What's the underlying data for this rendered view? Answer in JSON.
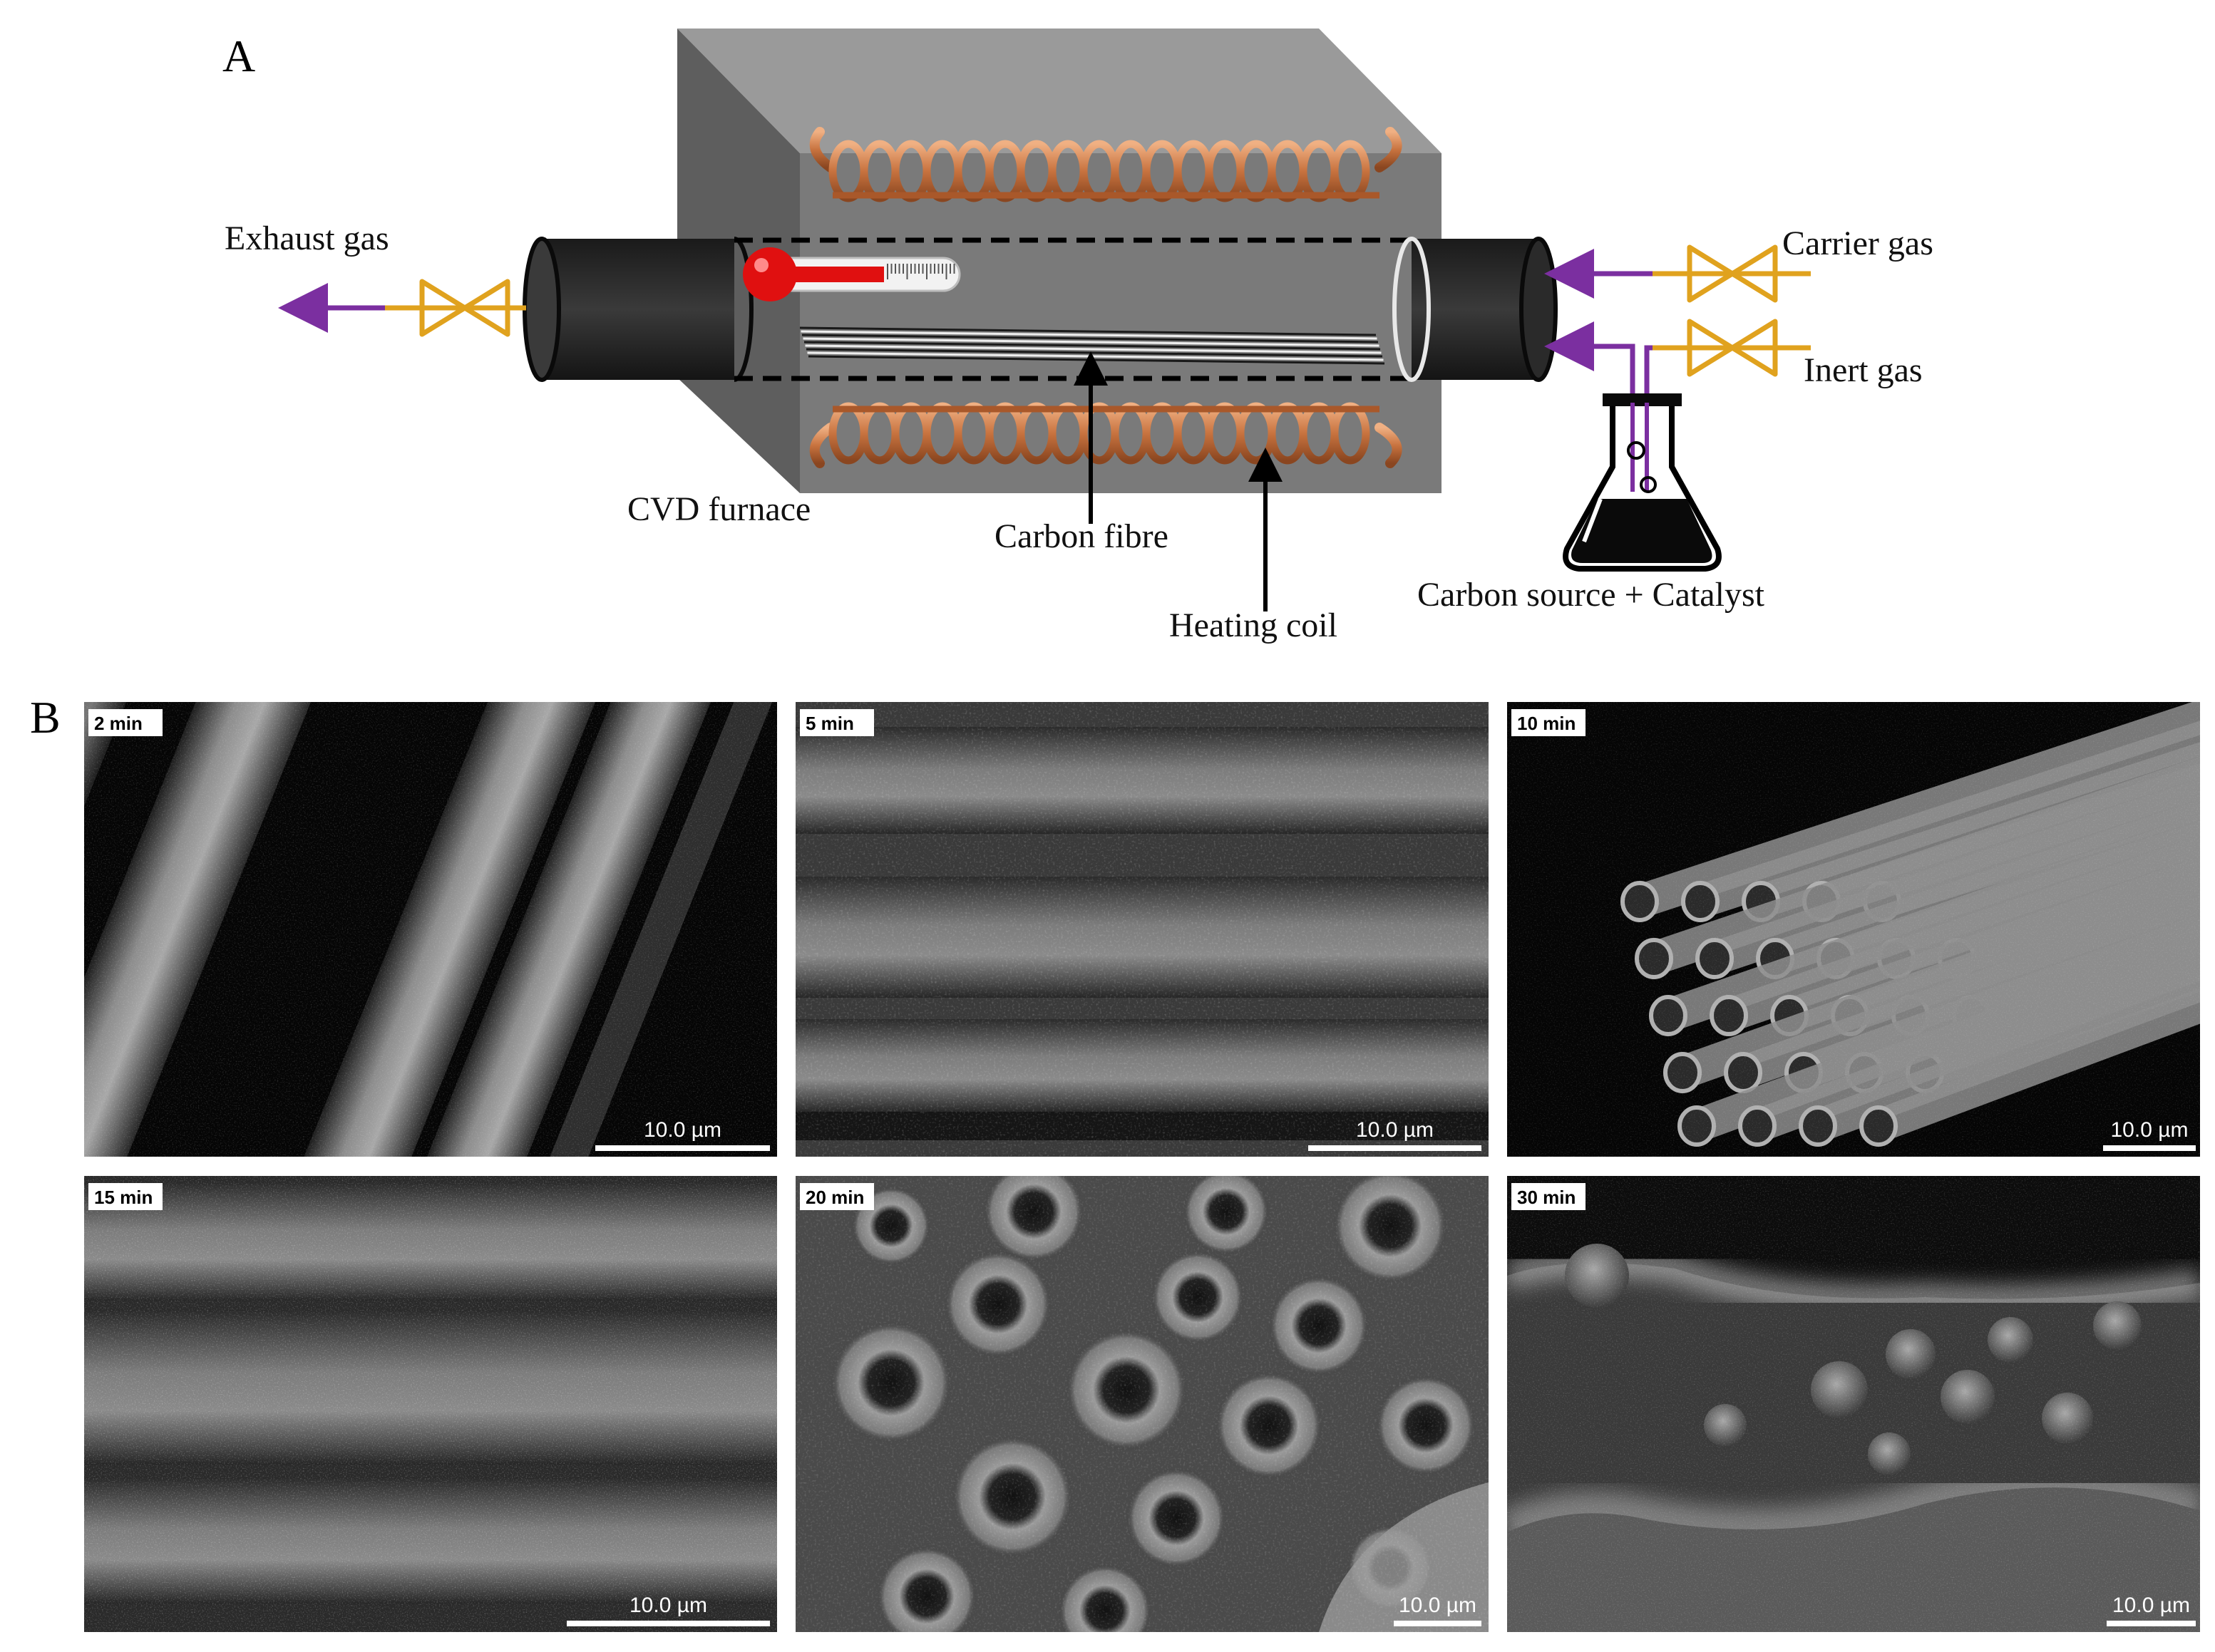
{
  "panel_a": {
    "label": "A",
    "labels": {
      "exhaust_gas": "Exhaust gas",
      "carrier_gas": "Carrier gas",
      "inert_gas": "Inert gas",
      "cvd_furnace": "CVD furnace",
      "carbon_fibre": "Carbon fibre",
      "heating_coil": "Heating coil",
      "carbon_source": "Carbon source + Catalyst"
    },
    "colors": {
      "furnace_front": "#7a7a7a",
      "furnace_top": "#9a9a9a",
      "furnace_side": "#5e5e5e",
      "tube": "#2a2a2a",
      "coil": "#c8733f",
      "gas_line": "#7b2fa0",
      "valve": "#e0a21e",
      "thermometer_bulb": "#e01010"
    }
  },
  "panel_b": {
    "label": "B",
    "micrographs": [
      {
        "time": "2 min",
        "scale": "10.0 µm"
      },
      {
        "time": "5 min",
        "scale": "10.0 µm"
      },
      {
        "time": "10 min",
        "scale": "10.0 µm"
      },
      {
        "time": "15 min",
        "scale": "10.0 µm"
      },
      {
        "time": "20 min",
        "scale": "10.0 µm"
      },
      {
        "time": "30 min",
        "scale": "10.0 µm"
      }
    ]
  }
}
